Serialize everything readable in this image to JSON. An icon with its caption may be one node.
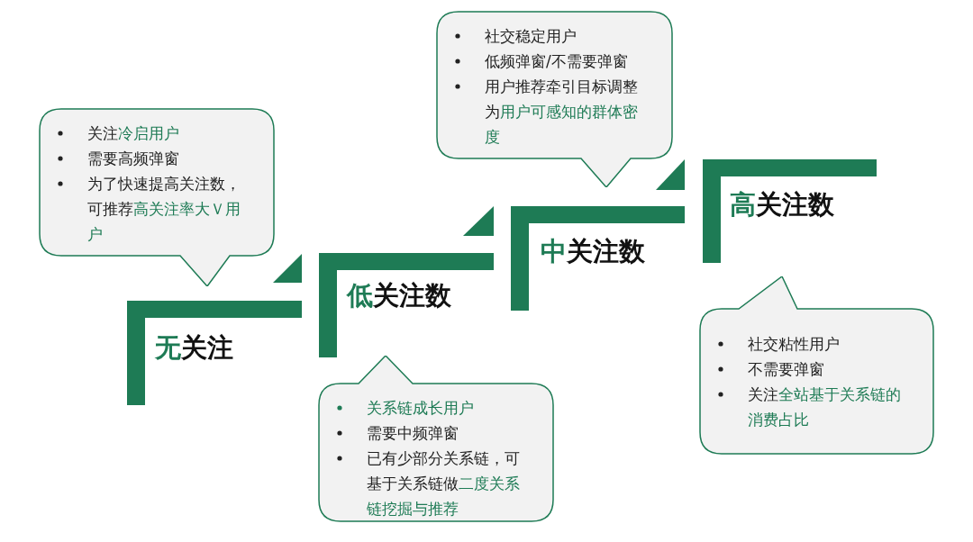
{
  "diagram": {
    "nodes": [
      {
        "text": [
          "**无**关注"
        ]
      },
      {
        "text": [
          "**低**关注数"
        ]
      },
      {
        "text": [
          "**中**关注数"
        ]
      },
      {
        "text": [
          "**高**关注数"
        ]
      },
      {
        "text": [
          "关注**冷启用户**",
          "需要高频弹窗",
          "为了快速提高关注数，可推荐**高关注率大Ｖ用户**"
        ]
      },
      {
        "text": [
          "**关系链成长用户**",
          "需要中频弹窗",
          "已有少部分关系链，可基于关系链做**二度关系链挖掘与推荐**"
        ]
      },
      {
        "text": [
          "社交稳定用户",
          "低频弹窗/不需要弹窗",
          "用户推荐牵引目标调整为**用户可感知的群体密度**"
        ]
      },
      {
        "text": [
          "社交粘性用户",
          "不需要弹窗",
          "关注**全站基于关系链的消费占比**"
        ]
      }
    ]
  }
}
